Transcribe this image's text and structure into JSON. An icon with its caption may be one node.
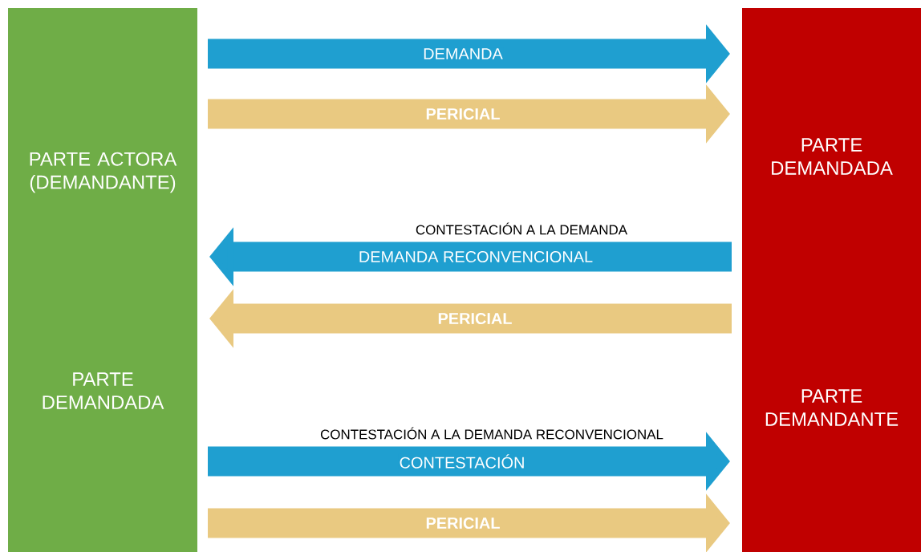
{
  "diagram": {
    "nodes": [
      {
        "text": [
          "PARTE ACTORA (DEMANDANTE)",
          "PARTE DEMANDADA"
        ]
      },
      {
        "text": [
          "PARTE DEMANDADA",
          "PARTE DEMANDANTE"
        ]
      }
    ],
    "edges": [
      {
        "from": 0,
        "to": 1,
        "arrow": "to",
        "label": "DEMANDA",
        "color": "#1f9fd0"
      },
      {
        "from": 0,
        "to": 1,
        "arrow": "to",
        "label": "PERICIAL",
        "color": "#e9c981"
      },
      {
        "from": 1,
        "to": 0,
        "arrow": "to",
        "label": "DEMANDA RECONVENCIONAL",
        "color": "#1f9fd0"
      },
      {
        "from": 1,
        "to": 0,
        "arrow": "to",
        "label": "PERICIAL",
        "color": "#e9c981"
      },
      {
        "from": 0,
        "to": 1,
        "arrow": "to",
        "label": "CONTESTACIÓN",
        "color": "#1f9fd0"
      },
      {
        "from": 0,
        "to": 1,
        "arrow": "to",
        "label": "PERICIAL",
        "color": "#e9c981"
      }
    ],
    "labels": [
      "CONTESTACIÓN A LA DEMANDA",
      "CONTESTACIÓN A LA DEMANDA RECONVENCIONAL"
    ]
  }
}
